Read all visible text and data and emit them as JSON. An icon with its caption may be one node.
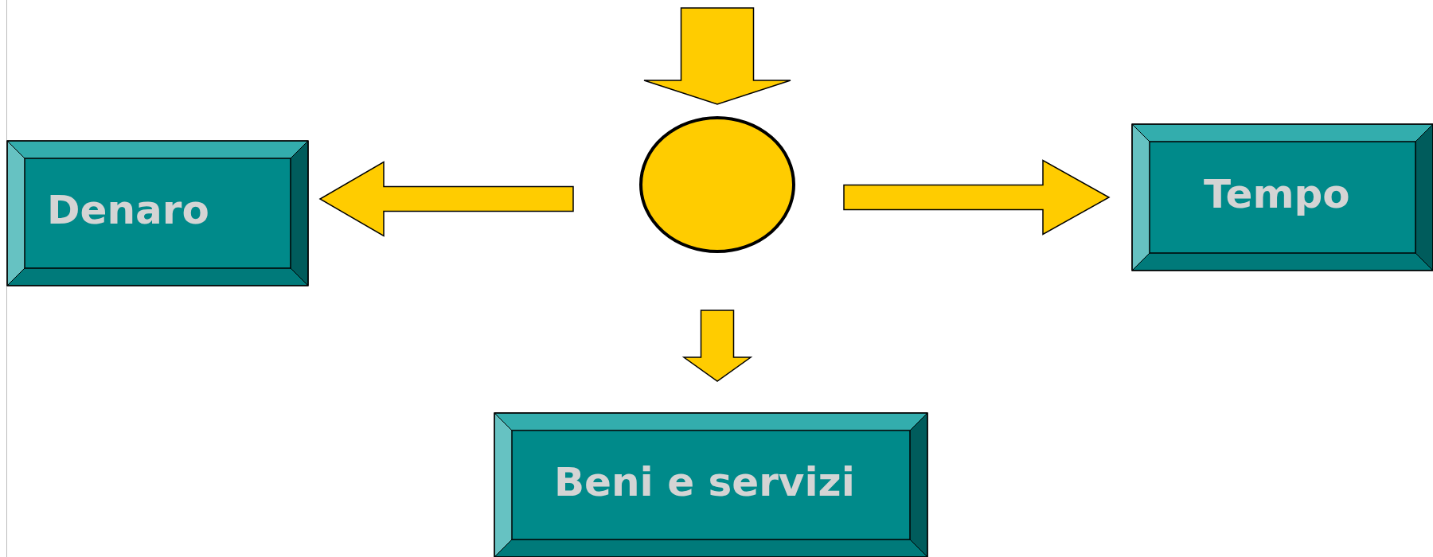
{
  "diagram": {
    "nodes": [
      {
        "text": [],
        "shape": "circle"
      },
      {
        "text": [
          "Denaro"
        ]
      },
      {
        "text": [
          "Tempo"
        ]
      },
      {
        "text": [
          "Beni e servizi"
        ]
      }
    ],
    "edges": [
      {
        "from": null,
        "to": 0,
        "arrow": "to"
      },
      {
        "from": 0,
        "to": 1,
        "arrow": "to"
      },
      {
        "from": 0,
        "to": 2,
        "arrow": "to"
      },
      {
        "from": 0,
        "to": 3,
        "arrow": "to"
      }
    ]
  }
}
